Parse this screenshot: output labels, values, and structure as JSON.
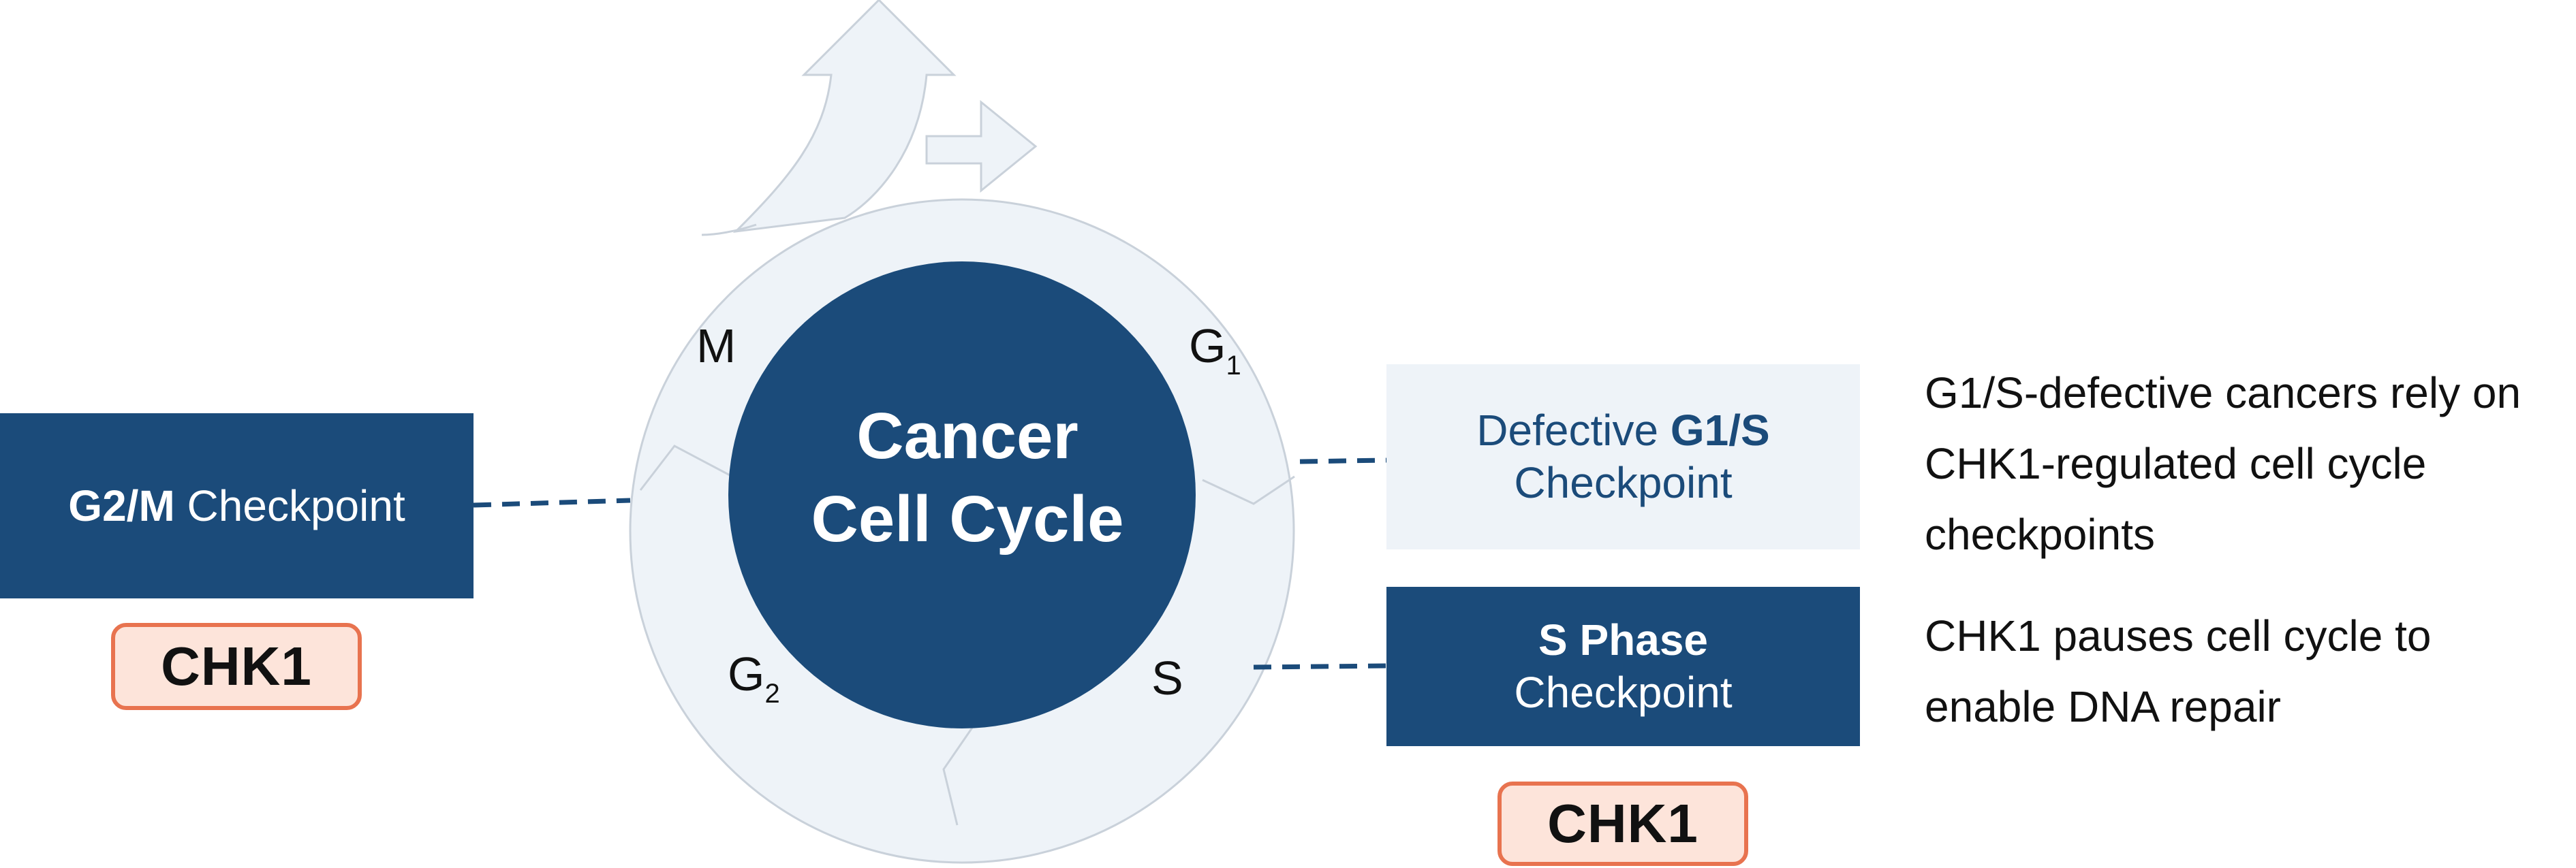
{
  "center": {
    "line1": "Cancer",
    "line2": "Cell Cycle"
  },
  "phases": {
    "m": {
      "letter": "M"
    },
    "g1": {
      "letter": "G",
      "sub": "1"
    },
    "g2": {
      "letter": "G",
      "sub": "2"
    },
    "s": {
      "letter": "S"
    }
  },
  "g2m_box": {
    "bold": "G2/M",
    "text": " Checkpoint"
  },
  "g1s_box": {
    "pre": "Defective ",
    "bold": "G1/S",
    "line2": "Checkpoint"
  },
  "sphase_box": {
    "line1": "S Phase",
    "line2": "Checkpoint"
  },
  "chk_left": "CHK1",
  "chk_right": "CHK1",
  "notes": {
    "g1s": [
      "G1/S-defective cancers rely on",
      "CHK1-regulated cell cycle",
      "checkpoints"
    ],
    "sphase": [
      "CHK1 pauses cell cycle to",
      "enable DNA repair"
    ]
  },
  "colors": {
    "dark_blue": "#1b4b7a",
    "light_blue": "#eef3f8",
    "chk_border": "#e8734f",
    "chk_fill": "#fde4da"
  }
}
